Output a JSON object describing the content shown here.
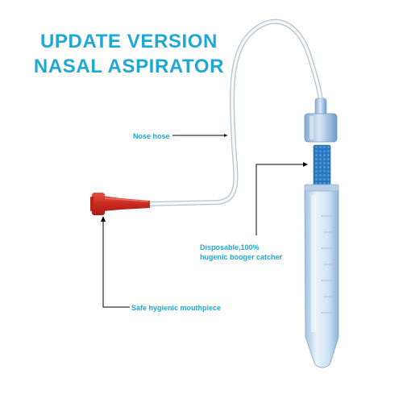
{
  "title": {
    "line1": "UPDATE VERSION",
    "line2": "NASAL ASPIRATOR"
  },
  "callouts": {
    "nose_hose": "Nose hose",
    "catcher_line1": "Disposable,100%",
    "catcher_line2": "hugenic booger catcher",
    "mouthpiece": "Safe hygienic mouthpiece"
  },
  "colors": {
    "title": "#1fa8d4",
    "mouthpiece": "#d6382a",
    "filter": "#2f7fc4",
    "tube": "#c8dcef"
  }
}
